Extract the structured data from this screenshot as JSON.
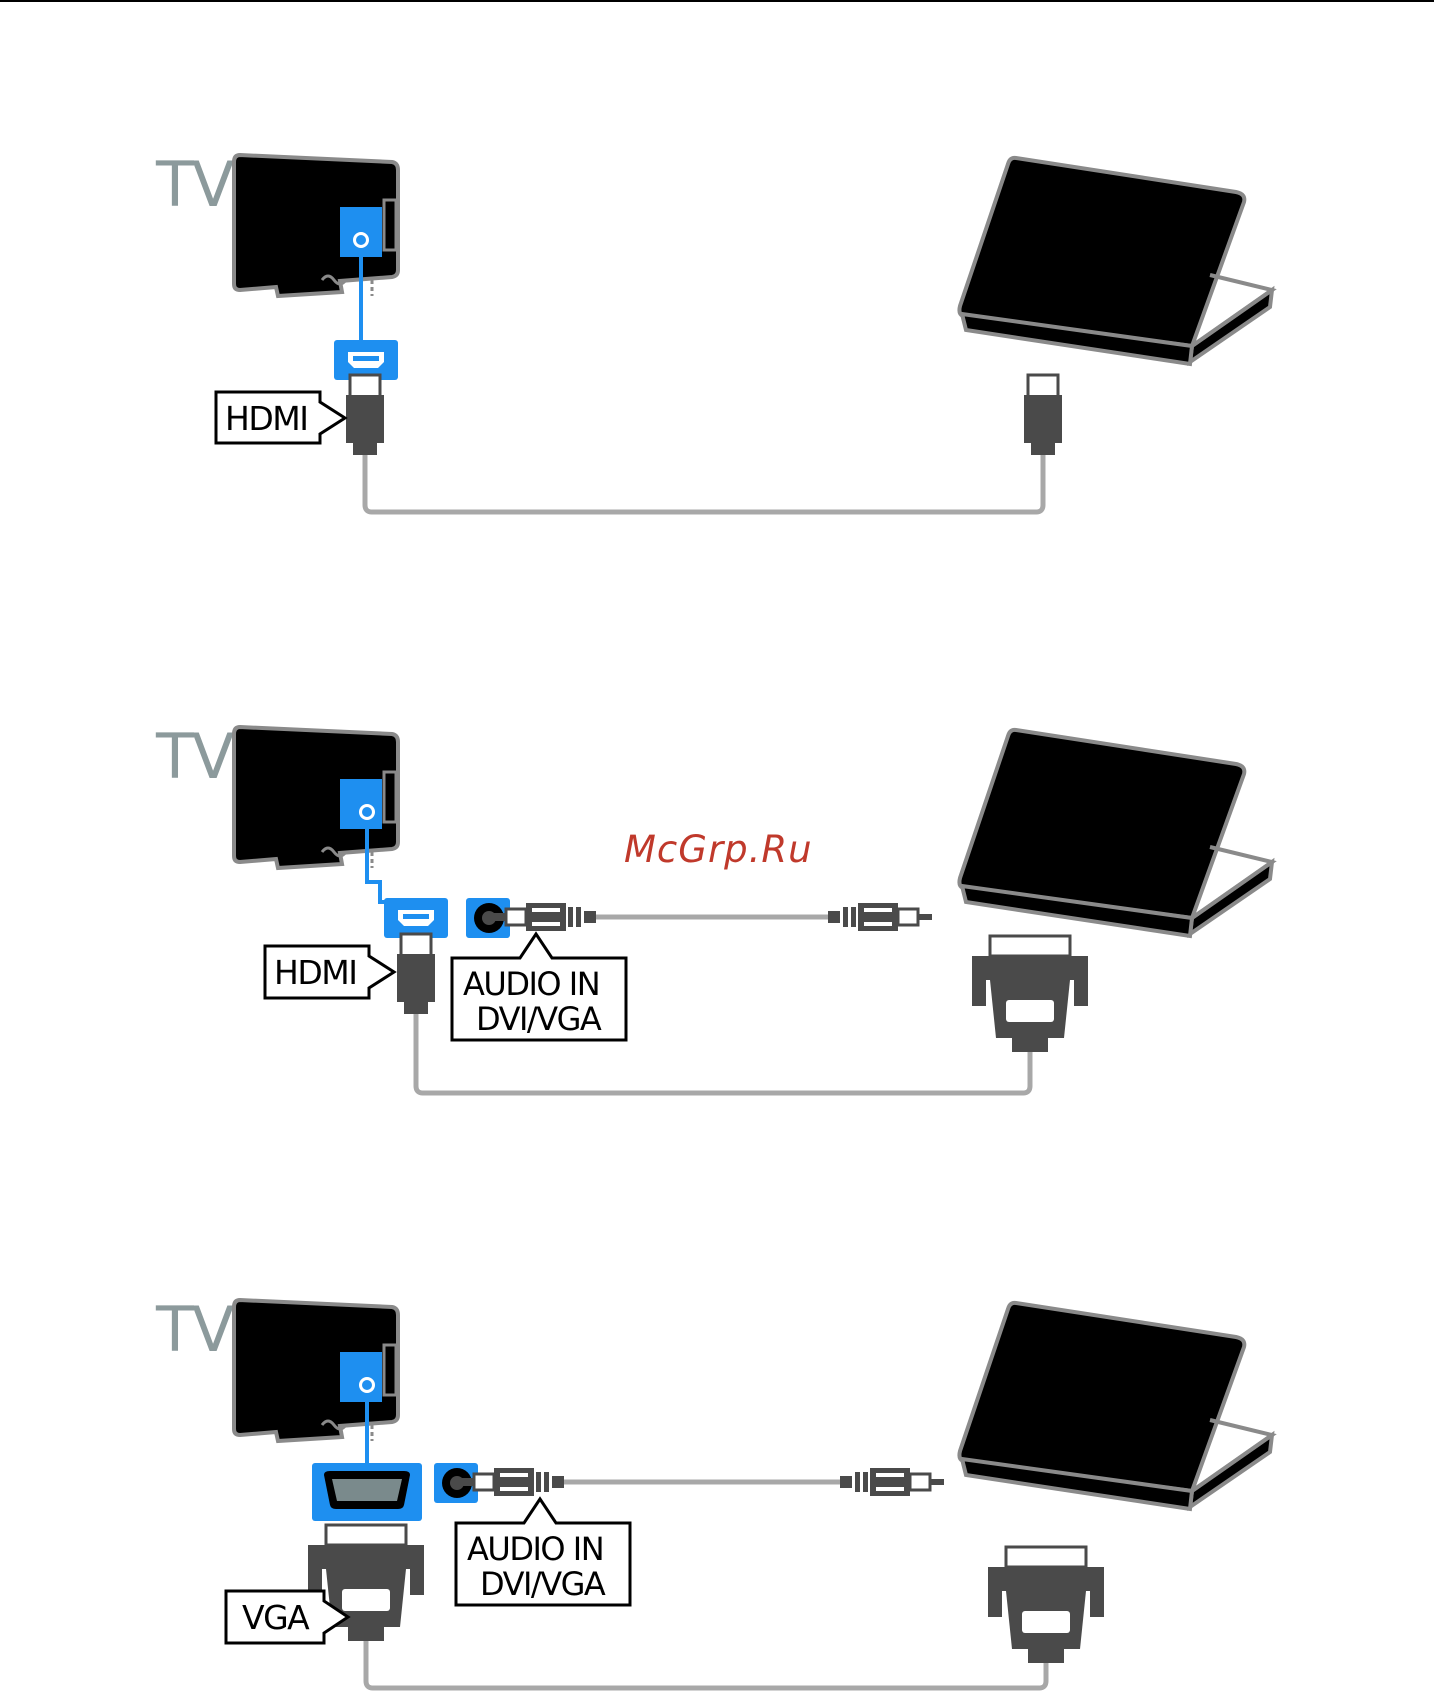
{
  "diagrams": [
    {
      "tv_label": "TV",
      "connector_label": "HDMI"
    },
    {
      "tv_label": "TV",
      "connector_label": "HDMI",
      "audio_label_line1": "AUDIO IN",
      "audio_label_line2": "DVI/VGA"
    },
    {
      "tv_label": "TV",
      "connector_label": "VGA",
      "audio_label_line1": "AUDIO IN",
      "audio_label_line2": "DVI/VGA"
    }
  ],
  "watermark": "McGrp.Ru",
  "colors": {
    "port_blue": "#1e8ff0",
    "cable_grey": "#a8a8a8",
    "connector_dark": "#4a4a4a",
    "tv_text_grey": "#8c9a9c",
    "watermark_red": "#c0392b"
  }
}
